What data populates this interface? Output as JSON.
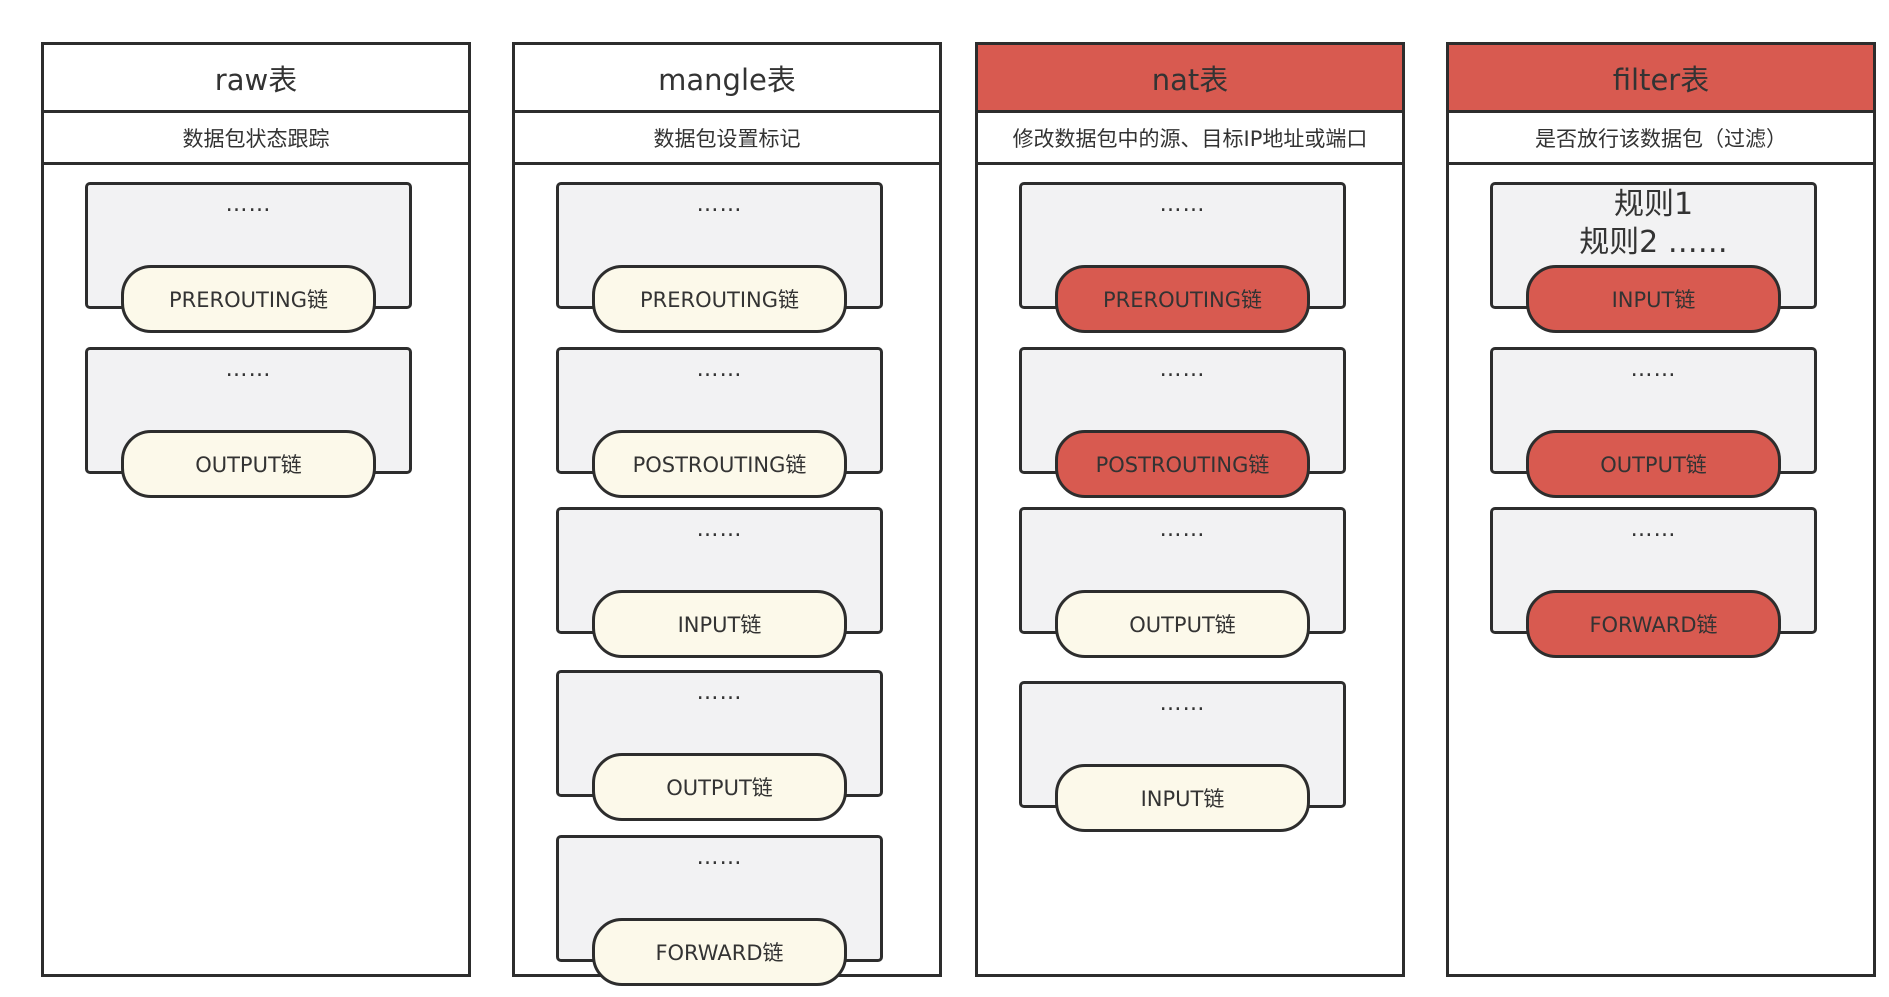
{
  "colors": {
    "highlight": "#d85a50",
    "chain_default": "#fcf9ea",
    "rules_box": "#f2f2f3",
    "border": "#2d2d2d"
  },
  "tables": [
    {
      "title": "raw表",
      "description": "数据包状态跟踪",
      "highlighted": false,
      "chains": [
        {
          "rules": "……",
          "name": "PREROUTING链",
          "highlighted": false
        },
        {
          "rules": "……",
          "name": "OUTPUT链",
          "highlighted": false
        }
      ]
    },
    {
      "title": "mangle表",
      "description": "数据包设置标记",
      "highlighted": false,
      "chains": [
        {
          "rules": "……",
          "name": "PREROUTING链",
          "highlighted": false
        },
        {
          "rules": "……",
          "name": "POSTROUTING链",
          "highlighted": false
        },
        {
          "rules": "……",
          "name": "INPUT链",
          "highlighted": false
        },
        {
          "rules": "……",
          "name": "OUTPUT链",
          "highlighted": false
        },
        {
          "rules": "……",
          "name": "FORWARD链",
          "highlighted": false
        }
      ]
    },
    {
      "title": "nat表",
      "description": "修改数据包中的源、目标IP地址或端口",
      "highlighted": true,
      "chains": [
        {
          "rules": "……",
          "name": "PREROUTING链",
          "highlighted": true
        },
        {
          "rules": "……",
          "name": "POSTROUTING链",
          "highlighted": true
        },
        {
          "rules": "……",
          "name": "OUTPUT链",
          "highlighted": false
        },
        {
          "rules": "……",
          "name": "INPUT链",
          "highlighted": false
        }
      ]
    },
    {
      "title": "filter表",
      "description": "是否放行该数据包（过滤）",
      "highlighted": true,
      "chains": [
        {
          "rules": "规则1\n规则2 ……",
          "name": "INPUT链",
          "highlighted": true
        },
        {
          "rules": "……",
          "name": "OUTPUT链",
          "highlighted": true
        },
        {
          "rules": "……",
          "name": "FORWARD链",
          "highlighted": true
        }
      ]
    }
  ]
}
